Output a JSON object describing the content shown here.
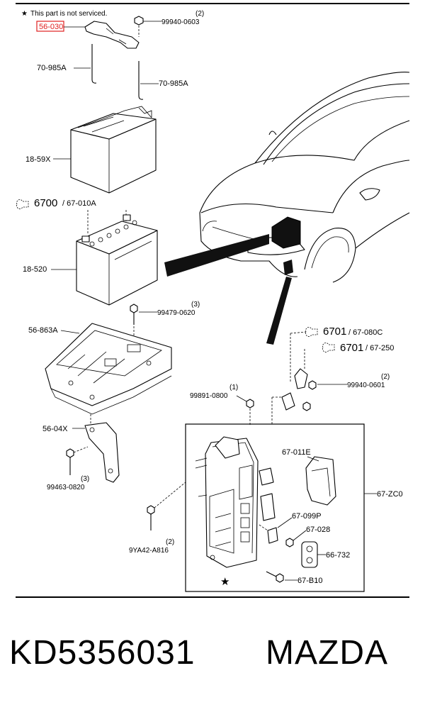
{
  "diagram": {
    "note_star": "★",
    "note_text": "This part is not serviced.",
    "highlight_color": "#e02020",
    "callouts": {
      "p56_030": "56-030",
      "p99940_0603_qty": "(2)",
      "p99940_0603": "99940-0603",
      "p70_985A_left": "70-985A",
      "p70_985A_right": "70-985A",
      "p18_59X": "18-59X",
      "p6700_code": "6700",
      "p67_010A": "/ 67-010A",
      "p18_520": "18-520",
      "p99479_0620_qty": "(3)",
      "p99479_0620": "99479-0620",
      "p56_863A": "56-863A",
      "p6701_a_code": "6701",
      "p67_080C": "/ 67-080C",
      "p6701_b_code": "6701",
      "p67_250": "/ 67-250",
      "p99940_0601_qty": "(2)",
      "p99940_0601": "99940-0601",
      "p99891_0800_qty": "(1)",
      "p99891_0800": "99891-0800",
      "p56_04X": "56-04X",
      "p67_011E": "67-011E",
      "p67_ZC0": "67-ZC0",
      "p99463_0820_qty": "(3)",
      "p99463_0820": "99463-0820",
      "p67_099P": "67-099P",
      "p67_028": "67-028",
      "p9YA42_A816_qty": "(2)",
      "p9YA42_A816": "9YA42-A816",
      "p66_732": "66-732",
      "p67_B10": "67-B10",
      "star_marker": "★"
    }
  },
  "footer": {
    "part_number": "KD5356031",
    "brand": "MAZDA"
  }
}
